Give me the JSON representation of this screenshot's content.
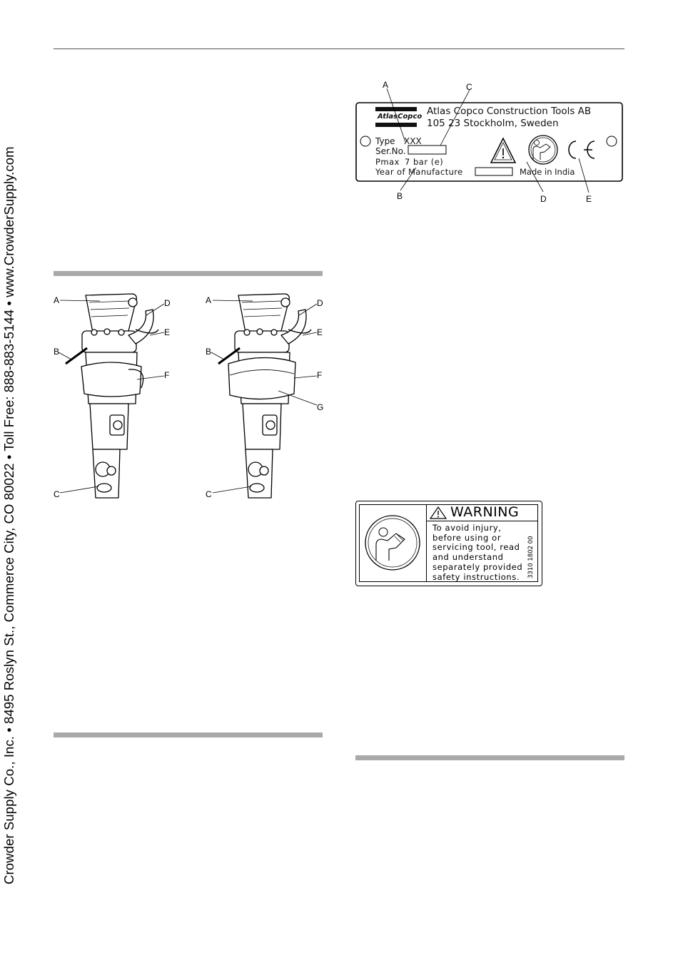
{
  "sidebar_text": "Crowder Supply Co., Inc. • 8495 Roslyn St., Commerce City, CO 80022 • Toll Free: 888-883-5144 • www.CrowderSupply.com",
  "rating_plate": {
    "logo": "AtlasCopco",
    "company": "Atlas Copco Construction Tools AB",
    "address": "105 23 Stockholm, Sweden",
    "type_label": "Type",
    "type_value": "XXX",
    "serial_label": "Ser.No.",
    "pmax_label": "Pmax",
    "pmax_value": "7 bar (e)",
    "year_label": "Year of Manufacture",
    "made_in": "Made in India",
    "callouts": [
      "A",
      "B",
      "C",
      "D",
      "E"
    ]
  },
  "tool_figures": {
    "left_callouts": [
      "A",
      "B",
      "C",
      "D",
      "E",
      "F"
    ],
    "right_callouts": [
      "A",
      "B",
      "C",
      "D",
      "E",
      "F",
      "G"
    ]
  },
  "warning_label": {
    "title": "WARNING",
    "lines": [
      "To avoid injury,",
      "before using or",
      "servicing tool, read",
      "and understand",
      "separately provided",
      "safety instructions."
    ],
    "part_number": "3310 1802 00"
  }
}
